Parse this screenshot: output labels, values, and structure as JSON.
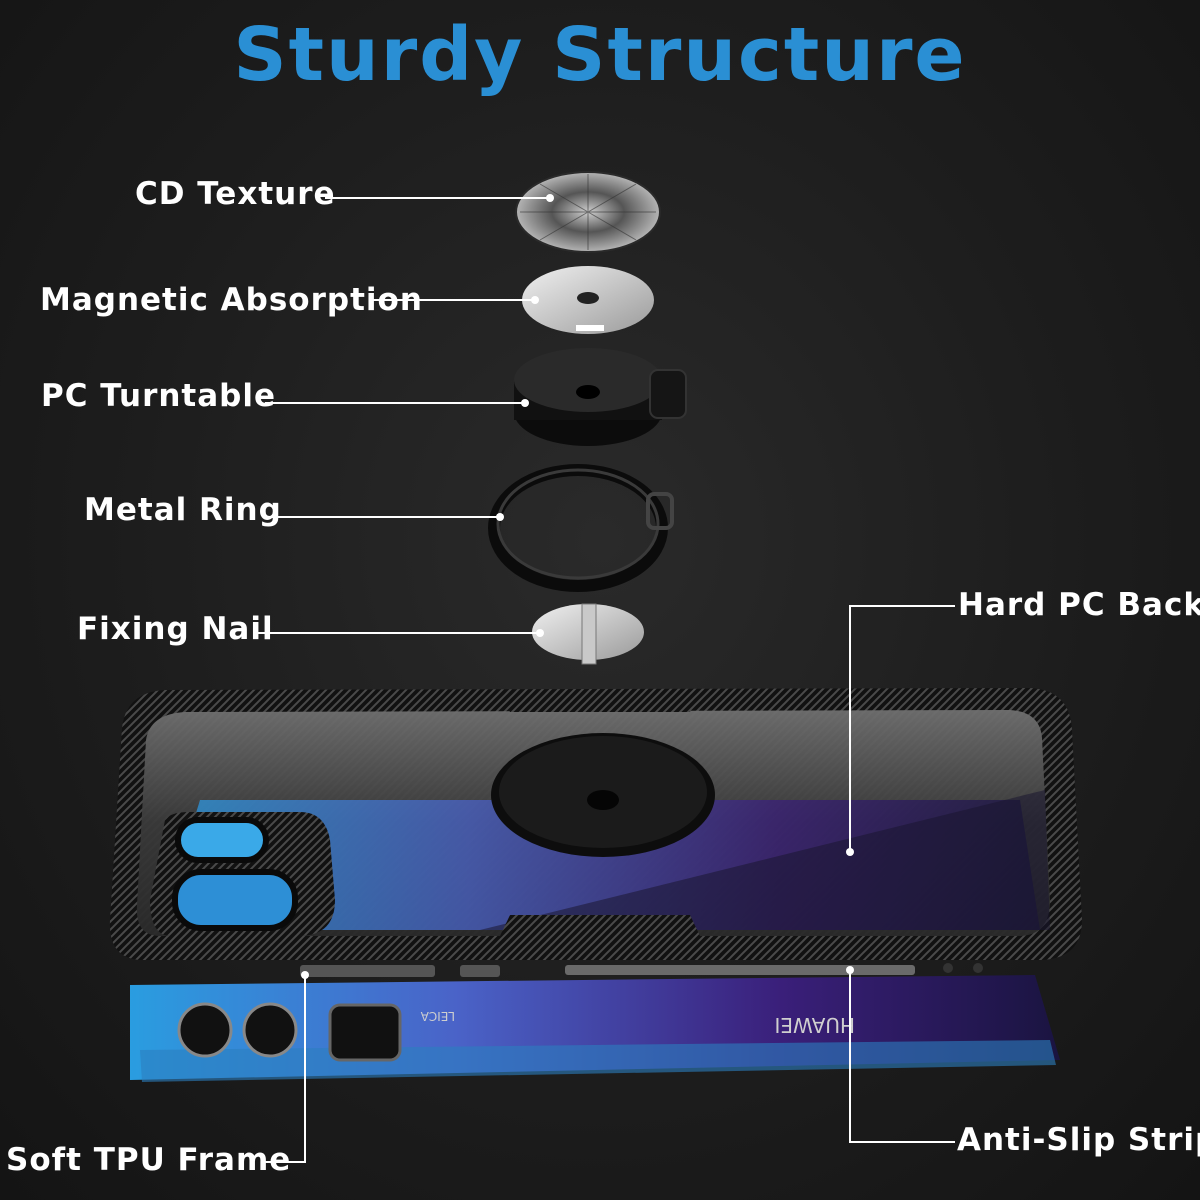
{
  "title": "Sturdy Structure",
  "colors": {
    "title": "#2a8fd4",
    "background": "#1c1c1c",
    "label": "#ffffff"
  },
  "labels": {
    "cd_texture": "CD Texture",
    "magnetic_absorption": "Magnetic Absorption",
    "pc_turntable": "PC Turntable",
    "metal_ring": "Metal Ring",
    "fixing_nail": "Fixing Nail",
    "hard_pc_back": "Hard PC Back",
    "soft_tpu_frame": "Soft TPU Frame",
    "anti_slip_strip": "Anti-Slip Strip"
  },
  "phone": {
    "brand": "HUAWEI",
    "camera_brand": "LEICA"
  }
}
